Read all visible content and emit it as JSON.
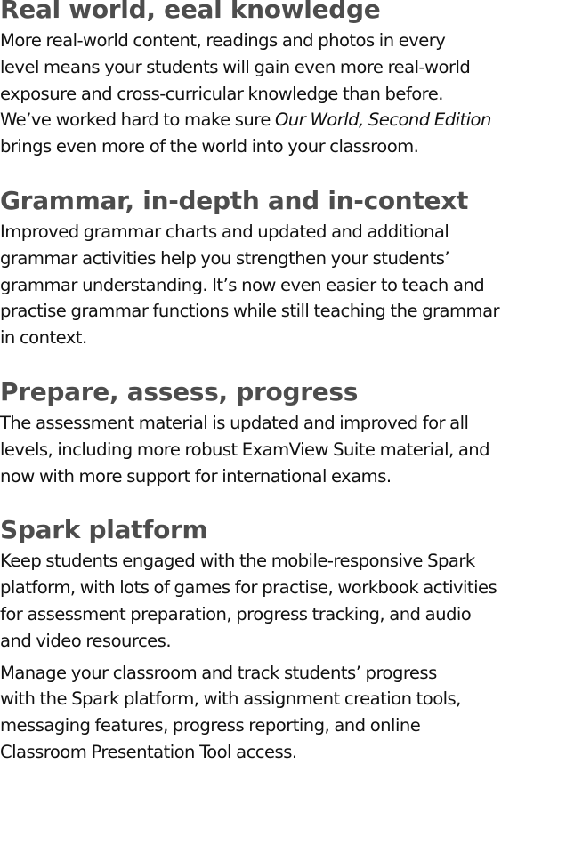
{
  "sections": [
    {
      "heading": "Real world, eeal knowledge",
      "paragraphs": [
        {
          "lines": [
            "More real-world content, readings and photos in every",
            "level means your students will gain even more real-world",
            "exposure and cross-curricular knowledge than before."
          ],
          "line4_prefix": "We’ve worked hard to make sure ",
          "line4_italic": "Our World, Second Edition",
          "line5": "brings even more of the world into your classroom."
        }
      ]
    },
    {
      "heading": "Grammar, in-depth and in-context",
      "paragraphs": [
        {
          "lines": [
            "Improved grammar charts and updated and additional",
            "grammar activities help you strengthen your students’",
            "grammar understanding. It’s now even easier to teach and",
            "practise grammar functions while still teaching the grammar",
            "in context."
          ]
        }
      ]
    },
    {
      "heading": "Prepare, assess, progress",
      "paragraphs": [
        {
          "lines": [
            "The assessment material is updated and improved for all",
            "levels, including more robust ExamView Suite material, and",
            "now with more support for international exams."
          ]
        }
      ]
    },
    {
      "heading": "Spark platform",
      "paragraphs": [
        {
          "lines": [
            "Keep students engaged with the mobile-responsive Spark",
            "platform, with lots of games for practise, workbook activities",
            "for assessment preparation, progress tracking, and audio",
            "and video resources."
          ]
        },
        {
          "lines": [
            "Manage your classroom and track students’ progress",
            "with the Spark platform, with assignment creation tools,",
            "messaging features, progress reporting, and online",
            "Classroom Presentation Tool access."
          ]
        }
      ]
    }
  ],
  "colors": {
    "heading": "#4d4d4d",
    "body": "#111111",
    "background": "#ffffff"
  }
}
